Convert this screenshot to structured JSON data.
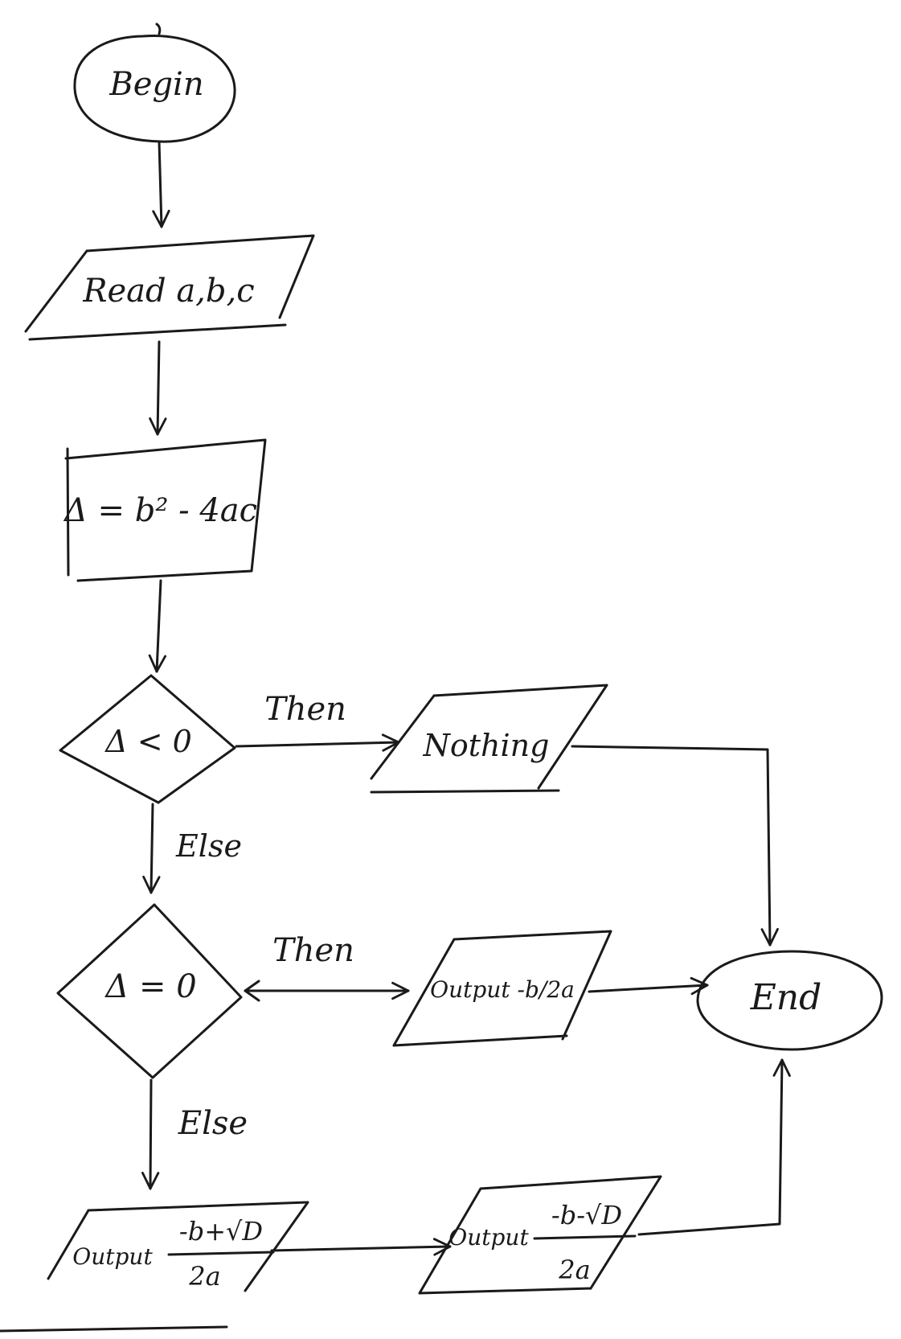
{
  "nodes": {
    "begin": {
      "label": "Begin"
    },
    "read": {
      "label": "Read a,b,c"
    },
    "compute": {
      "label": "Δ = b² - 4ac"
    },
    "cond_lt": {
      "label": "Δ < 0"
    },
    "cond_eq": {
      "label": "Δ = 0"
    },
    "nothing": {
      "label": "Nothing"
    },
    "out_single": {
      "label": "Output -b/2a"
    },
    "end": {
      "label": "End"
    },
    "out_root1": {
      "label": "Output",
      "numerator": "-b+√D",
      "denominator": "2a"
    },
    "out_root2": {
      "label": "Output",
      "numerator": "-b-√D",
      "denominator": "2a"
    }
  },
  "edges": {
    "then1": "Then",
    "else1": "Else",
    "then2": "Then",
    "else2": "Else"
  }
}
